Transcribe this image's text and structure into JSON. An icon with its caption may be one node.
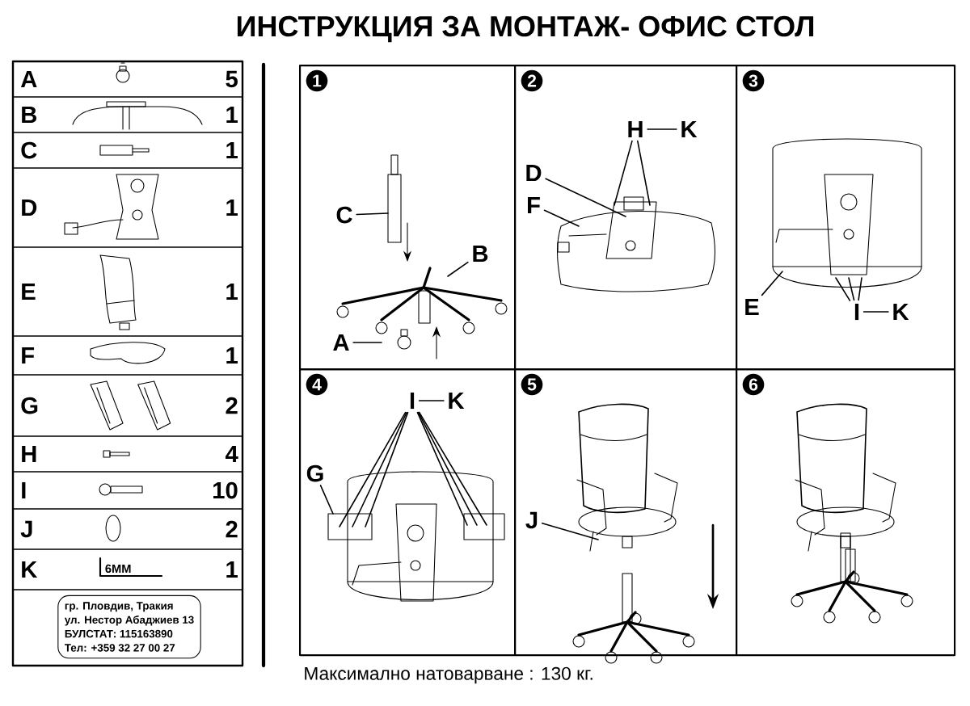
{
  "diagram": {
    "title": "ИНСТРУКЦИЯ ЗА МОНТАЖ- ОФИС СТОЛ",
    "caption": "Максимално натоварване : 130 кг.",
    "nodes": [
      {
        "text": [
          "1"
        ]
      },
      {
        "text": [
          "2"
        ]
      },
      {
        "text": [
          "3"
        ]
      },
      {
        "text": [
          "4"
        ]
      },
      {
        "text": [
          "5"
        ]
      },
      {
        "text": [
          "6"
        ]
      },
      {
        "text": [
          "C"
        ],
        "in": 0
      },
      {
        "text": [
          "B"
        ],
        "in": 0
      },
      {
        "text": [
          "A"
        ],
        "in": 0
      },
      {
        "text": [
          "H"
        ],
        "in": 1
      },
      {
        "text": [
          "K"
        ],
        "in": 1
      },
      {
        "text": [
          "D"
        ],
        "in": 1
      },
      {
        "text": [
          "F"
        ],
        "in": 1
      },
      {
        "text": [
          "E"
        ],
        "in": 2
      },
      {
        "text": [
          "I"
        ],
        "in": 2
      },
      {
        "text": [
          "K"
        ],
        "in": 2
      },
      {
        "text": [
          "I"
        ],
        "in": 3
      },
      {
        "text": [
          "K"
        ],
        "in": 3
      },
      {
        "text": [
          "G"
        ],
        "in": 3
      },
      {
        "text": [
          "J"
        ],
        "in": 4
      },
      {
        "text": [
          "гр. Пловдив, Тракия",
          "ул. Нестор Абаджиев 13",
          "БУЛСТАТ: 115163890",
          "Тел: +359 32 27 00 27"
        ]
      }
    ],
    "edges": [
      {
        "from": 6,
        "to": null,
        "arrow": "none"
      },
      {
        "from": 7,
        "to": null,
        "arrow": "none"
      },
      {
        "from": 8,
        "to": null,
        "arrow": "none"
      },
      {
        "from": 9,
        "to": 10,
        "arrow": "none"
      },
      {
        "from": 9,
        "to": null,
        "arrow": "none"
      },
      {
        "from": 9,
        "to": null,
        "arrow": "none"
      },
      {
        "from": 11,
        "to": null,
        "arrow": "none"
      },
      {
        "from": 12,
        "to": null,
        "arrow": "none"
      },
      {
        "from": 13,
        "to": null,
        "arrow": "none"
      },
      {
        "from": 14,
        "to": 15,
        "arrow": "none"
      },
      {
        "from": 14,
        "to": null,
        "arrow": "none"
      },
      {
        "from": 14,
        "to": null,
        "arrow": "none"
      },
      {
        "from": 14,
        "to": null,
        "arrow": "none"
      },
      {
        "from": 16,
        "to": 17,
        "arrow": "none"
      },
      {
        "from": 16,
        "to": null,
        "arrow": "none"
      },
      {
        "from": 16,
        "to": null,
        "arrow": "none"
      },
      {
        "from": 16,
        "to": null,
        "arrow": "none"
      },
      {
        "from": 16,
        "to": null,
        "arrow": "none"
      },
      {
        "from": 16,
        "to": null,
        "arrow": "none"
      },
      {
        "from": 16,
        "to": null,
        "arrow": "none"
      },
      {
        "from": 18,
        "to": null,
        "arrow": "none"
      },
      {
        "from": 19,
        "to": null,
        "arrow": "none"
      }
    ],
    "labels": [
      "A",
      "5",
      "B",
      "1",
      "C",
      "1",
      "D",
      "1",
      "E",
      "1",
      "F",
      "1",
      "G",
      "2",
      "H",
      "4",
      "I",
      "10",
      "J",
      "2",
      "K",
      "6MM",
      "1"
    ]
  }
}
